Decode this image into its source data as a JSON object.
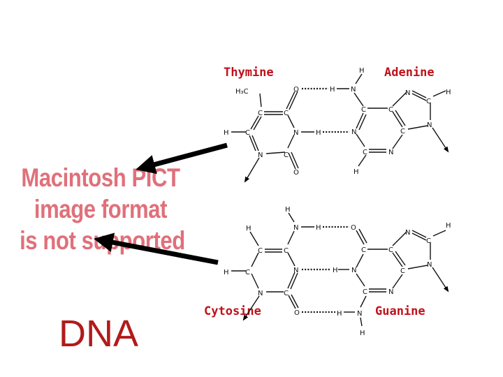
{
  "placeholder": {
    "lines": [
      "Macintosh PICT",
      "image format",
      "is not supported"
    ]
  },
  "title": "DNA",
  "pairs": {
    "top": {
      "left": "Thymine",
      "right": "Adenine"
    },
    "bottom": {
      "left": "Cytosine",
      "right": "Guanine"
    }
  },
  "atoms": {
    "N": "N",
    "C": "C",
    "O": "O",
    "H": "H",
    "methyl": "H₃C"
  },
  "colors": {
    "placeholder_text": "#e0707a",
    "title": "#b11b1b",
    "base_names": "#c0101a",
    "structure": "#111111"
  }
}
